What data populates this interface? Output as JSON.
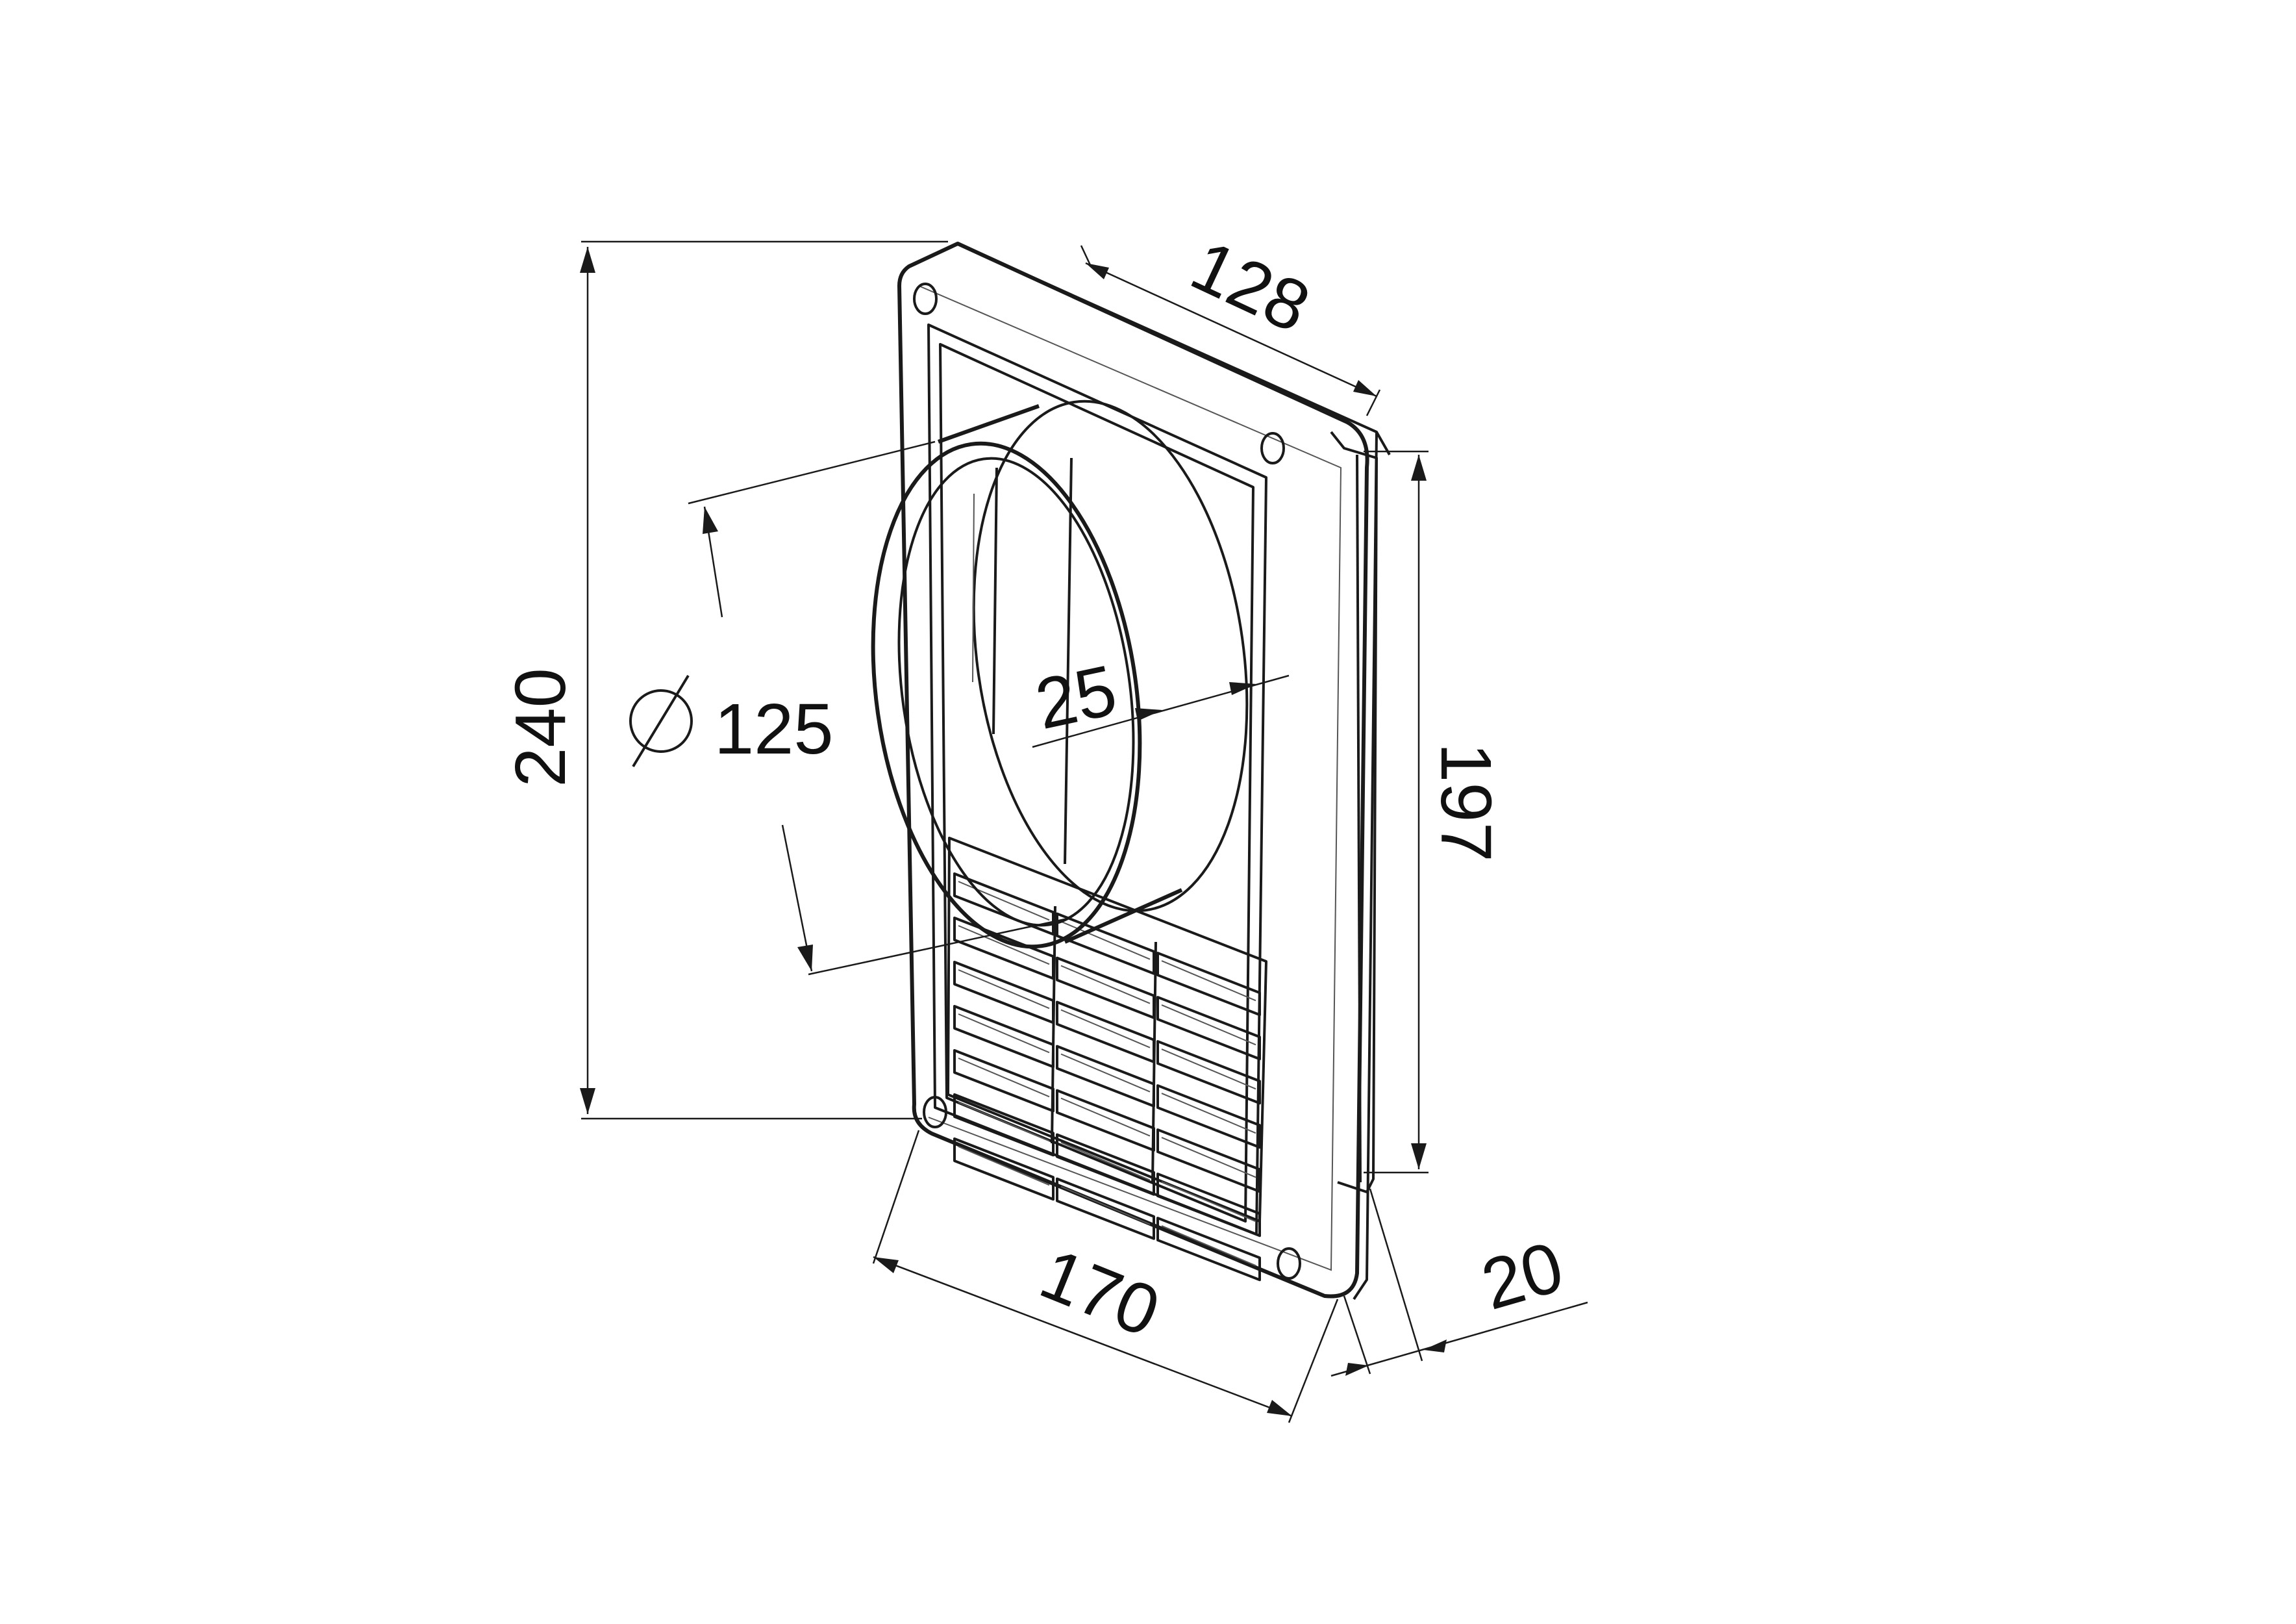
{
  "drawing": {
    "subject": "wall ventilation grille with round duct spigot",
    "stroke_color": "#1a1a1a",
    "background": "#ffffff"
  },
  "dimensions": {
    "height": "240",
    "depth_top": "128",
    "diameter": "125",
    "spigot": "25",
    "inner_height": "197",
    "width": "170",
    "offset": "20"
  },
  "icons": {
    "diameter_symbol": "diameter-icon"
  }
}
